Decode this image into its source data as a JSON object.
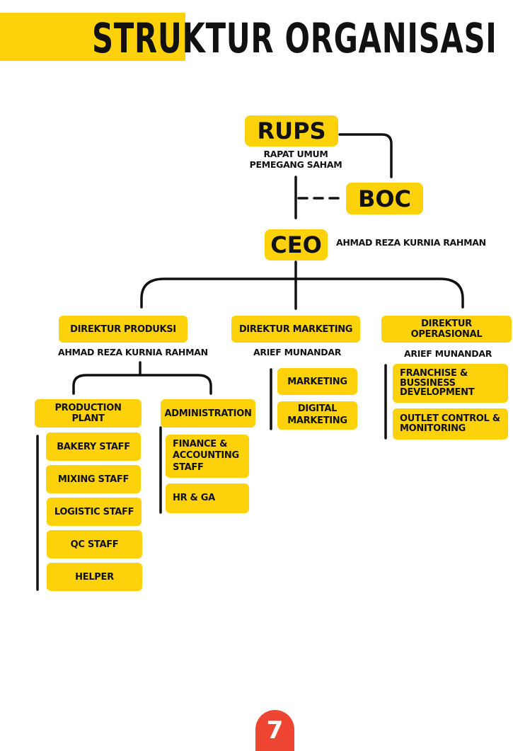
{
  "title": "STRUKTUR ORGANISASI",
  "page_number": "7",
  "colors": {
    "accent": "#fdd20b",
    "page_badge": "#ef4634",
    "text": "#111111"
  },
  "top": {
    "rups": "RUPS",
    "rups_caption_line1": "RAPAT UMUM",
    "rups_caption_line2": "PEMEGANG SAHAM",
    "boc": "BOC",
    "ceo": "CEO",
    "ceo_name": "AHMAD REZA KURNIA RAHMAN"
  },
  "directors": [
    {
      "title": "DIREKTUR PRODUKSI",
      "name": "AHMAD REZA KURNIA RAHMAN"
    },
    {
      "title": "DIREKTUR MARKETING",
      "name": "ARIEF MUNANDAR"
    },
    {
      "title": "DIREKTUR OPERASIONAL",
      "name": "ARIEF MUNANDAR"
    }
  ],
  "produksi": {
    "production_plant": {
      "label": "PRODUCTION PLANT",
      "staff": [
        "BAKERY STAFF",
        "MIXING STAFF",
        "LOGISTIC STAFF",
        "QC STAFF",
        "HELPER"
      ]
    },
    "administration": {
      "label": "ADMINISTRATION",
      "staff": [
        "FINANCE & ACCOUNTING STAFF",
        "HR & GA"
      ]
    }
  },
  "marketing_units": [
    "MARKETING",
    "DIGITAL MARKETING"
  ],
  "operasional_units": [
    "FRANCHISE & BUSSINESS DEVELOPMENT",
    "OUTLET CONTROL & MONITORING"
  ]
}
